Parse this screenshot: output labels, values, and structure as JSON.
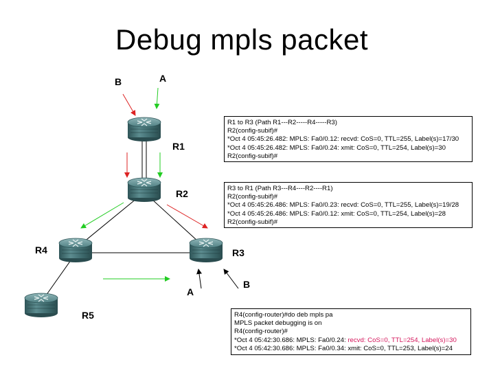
{
  "title": "Debug mpls packet",
  "labels": {
    "B_top": "B",
    "A_top": "A",
    "A_bottom": "A",
    "B_bottom": "B"
  },
  "routers": {
    "r1": "R1",
    "r2": "R2",
    "r3": "R3",
    "r4": "R4",
    "r5": "R5"
  },
  "colors": {
    "path_a": "#22cc22",
    "path_b": "#dd2222",
    "highlight": "#d4145a",
    "router_body": "#3f6f72"
  },
  "boxes": {
    "box1": [
      "R1 to R3 (Path R1---R2-----R4-----R3)",
      "R2(config-subif)#",
      "*Oct  4 05:45:26.482: MPLS: Fa0/0.12: recvd: CoS=0, TTL=255, Label(s)=17/30",
      "*Oct  4 05:45:26.482: MPLS: Fa0/0.24: xmit: CoS=0, TTL=254, Label(s)=30",
      "R2(config-subif)#"
    ],
    "box2": [
      "R3 to R1 (Path R3---R4----R2----R1)",
      "R2(config-subif)#",
      "*Oct  4 05:45:26.486: MPLS: Fa0/0.23: recvd: CoS=0, TTL=255, Label(s)=19/28",
      "*Oct  4 05:45:26.486: MPLS: Fa0/0.12: xmit: CoS=0, TTL=254, Label(s)=28",
      "R2(config-subif)#"
    ],
    "box3": {
      "line1": "R4(config-router)#do deb mpls pa",
      "line2": "MPLS packet debugging is on",
      "line3": "R4(config-router)#",
      "line4_prefix": "*Oct  4 05:42:30.686: MPLS: Fa0/0.24: ",
      "line4_highlight": "recvd: CoS=0, TTL=254, Label(s)=30",
      "line5": "*Oct  4 05:42:30.686: MPLS: Fa0/0.34: xmit: CoS=0, TTL=253, Label(s)=24"
    }
  }
}
